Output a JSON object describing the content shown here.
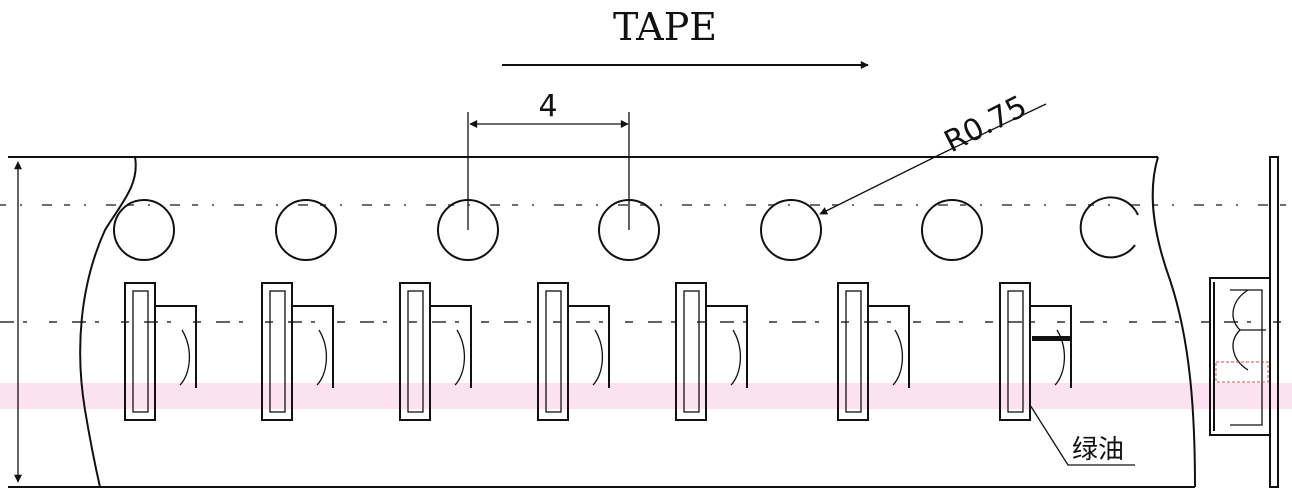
{
  "direction_label": "TAPE",
  "pitch_dimension": "4",
  "radius_dimension": "R0.75",
  "component_note": "绿油",
  "sprocket_hole_count": 7,
  "pocket_count": 7,
  "colors": {
    "line": "#111111",
    "background": "#ffffff",
    "artifact_pink": "#f7c6e6"
  }
}
